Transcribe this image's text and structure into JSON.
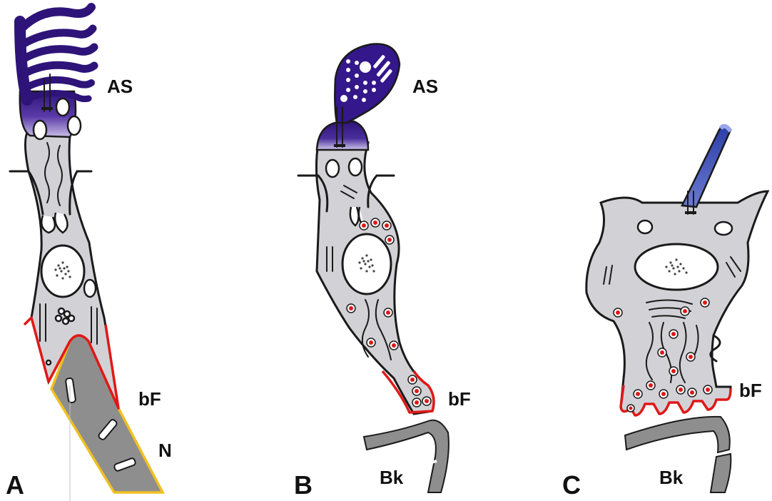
{
  "labels": {
    "panel_a": "A",
    "panel_b": "B",
    "panel_c": "C",
    "as_a": "AS",
    "as_b": "AS",
    "bf_a": "bF",
    "bf_b": "bF",
    "bf_c": "bF",
    "n_a": "N",
    "bk_b": "Bk",
    "bk_c": "Bk"
  },
  "colors": {
    "cell_fill": "#d2d2d6",
    "outer_segment": "#3a1e86",
    "outer_segment_light": "#b7a8dc",
    "synaptic_membrane": "#e01818",
    "nerve_border": "#f0c020",
    "nerve_fill": "#8e8e8e",
    "vesicle_core": "#e01818"
  }
}
